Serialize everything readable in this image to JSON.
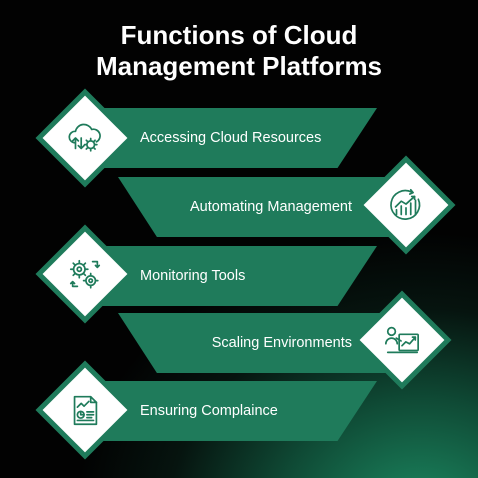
{
  "title": {
    "line1": "Functions of Cloud",
    "line2": "Management Platforms"
  },
  "colors": {
    "accent": "#1f7b5b",
    "background": "#020202",
    "text": "#ffffff"
  },
  "steps": [
    {
      "label": "Accessing Cloud Resources",
      "icon": "cloud-gear-icon"
    },
    {
      "label": "Automating Management",
      "icon": "growth-chart-icon"
    },
    {
      "label": "Monitoring Tools",
      "icon": "gears-icon"
    },
    {
      "label": "Scaling Environments",
      "icon": "analytics-board-icon"
    },
    {
      "label": "Ensuring Complaince",
      "icon": "report-document-icon"
    }
  ]
}
